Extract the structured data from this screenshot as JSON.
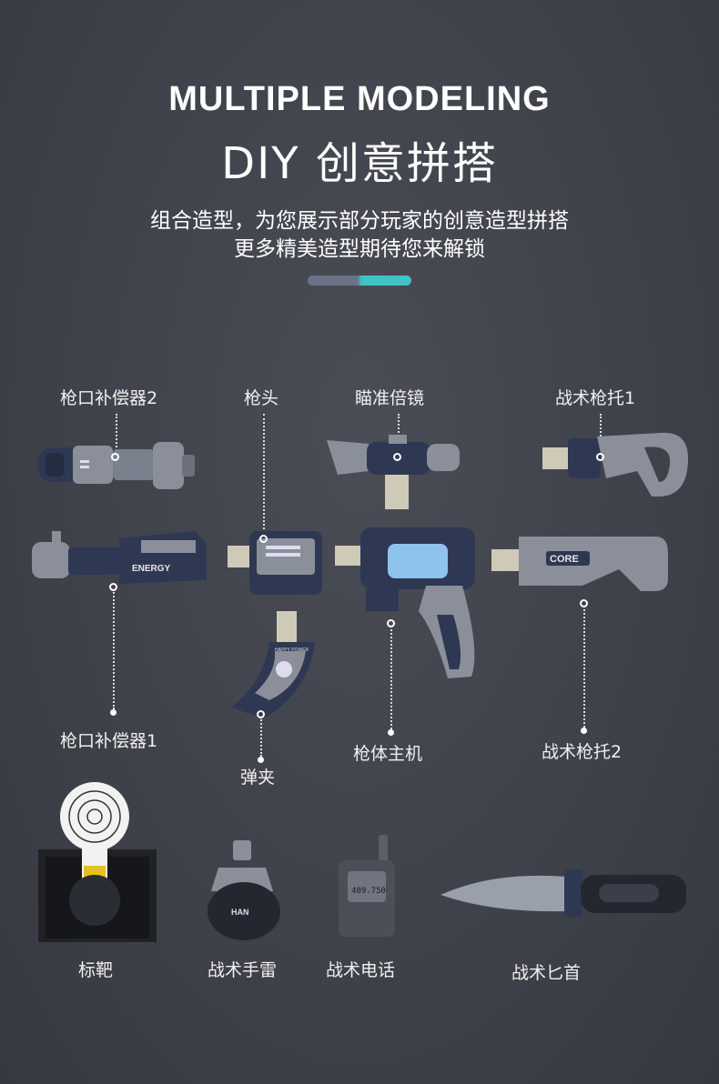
{
  "header": {
    "title_en": "MULTIPLE MODELING",
    "title_cn": "DIY 创意拼搭",
    "subtitle_line1": "组合造型，为您展示部分玩家的创意造型拼搭",
    "subtitle_line2": "更多精美造型期待您来解锁"
  },
  "parts": {
    "muzzle2": "枪口补偿器2",
    "gun_head": "枪头",
    "scope": "瞄准倍镜",
    "stock1": "战术枪托1",
    "muzzle1": "枪口补偿器1",
    "magazine": "弹夹",
    "body": "枪体主机",
    "stock2": "战术枪托2"
  },
  "accessories": {
    "target": "标靶",
    "grenade": "战术手雷",
    "radio": "战术电话",
    "knife": "战术匕首"
  },
  "engravings": {
    "energy": "ENERGY",
    "core": "CORE",
    "happy_power": "HAPPY POWER",
    "radio_display": "409.750"
  },
  "colors": {
    "background": "#3f424a",
    "part_navy": "#2f3852",
    "part_gray": "#8a8f9a",
    "accent_teal": "#3fc3c4",
    "accent_slate": "#6b7389",
    "screen_blue": "#8fc3ee",
    "target_yellow": "#e6c020"
  }
}
